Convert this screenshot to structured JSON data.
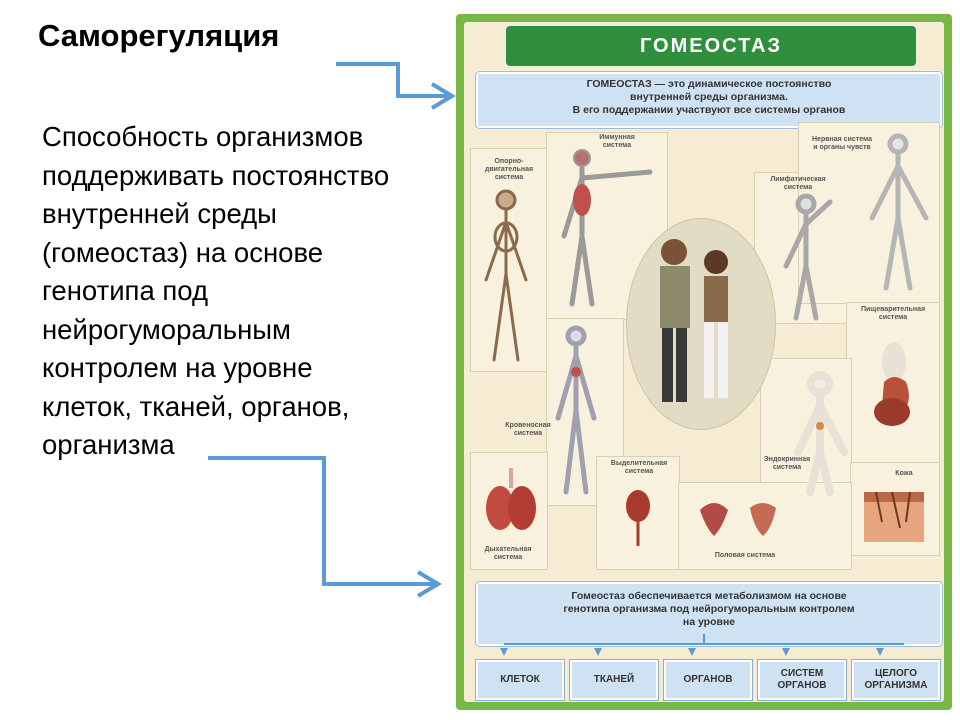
{
  "slide": {
    "title": "Саморегуляция",
    "definition_lines": [
      "Способность организмов",
      "поддерживать постоянство",
      "внутренней среды",
      "(гомеостаз) на основе",
      "генотипа под",
      "нейрогуморальным",
      "контролем на уровне",
      "клеток, тканей, органов,",
      "организма"
    ]
  },
  "poster": {
    "header": "ГОМЕОСТАЗ",
    "top_box_lines": [
      "ГОМЕОСТАЗ — это динамическое постоянство",
      "внутренней среды организма.",
      "В его поддержании участвуют все системы органов"
    ],
    "systems": [
      {
        "label_lines": [
          "Опорно-",
          "двигательная",
          "система"
        ]
      },
      {
        "label_lines": [
          "Иммунная",
          "система"
        ]
      },
      {
        "label_lines": [
          "Нервная система",
          "и органы чувств"
        ]
      },
      {
        "label_lines": [
          "Лимфатическая",
          "система"
        ]
      },
      {
        "label_lines": [
          "Пищеварительная",
          "система"
        ]
      },
      {
        "label_lines": [
          "Кровеносная",
          "система"
        ]
      },
      {
        "label_lines": [
          "Эндокринная",
          "система"
        ]
      },
      {
        "label_lines": [
          "Выделительная",
          "система"
        ]
      },
      {
        "label_lines": [
          "Кожа"
        ]
      },
      {
        "label_lines": [
          "Дыхательная",
          "система"
        ]
      },
      {
        "label_lines": [
          "Половая система"
        ]
      }
    ],
    "bottom_box_lines": [
      "Гомеостаз обеспечивается метаболизмом на основе",
      "генотипа организма под нейрогуморальным контролем",
      "на уровне"
    ],
    "levels": [
      {
        "lines": [
          "КЛЕТОК"
        ]
      },
      {
        "lines": [
          "ТКАНЕЙ"
        ]
      },
      {
        "lines": [
          "ОРГАНОВ"
        ]
      },
      {
        "lines": [
          "СИСТЕМ",
          "ОРГАНОВ"
        ]
      },
      {
        "lines": [
          "ЦЕЛОГО",
          "ОРГАНИЗМА"
        ]
      }
    ]
  },
  "colors": {
    "poster_border": "#77b845",
    "header_bg": "#2f8f3d",
    "info_box_bg": "#cfe2f3",
    "arrow": "#5b9bd5"
  }
}
